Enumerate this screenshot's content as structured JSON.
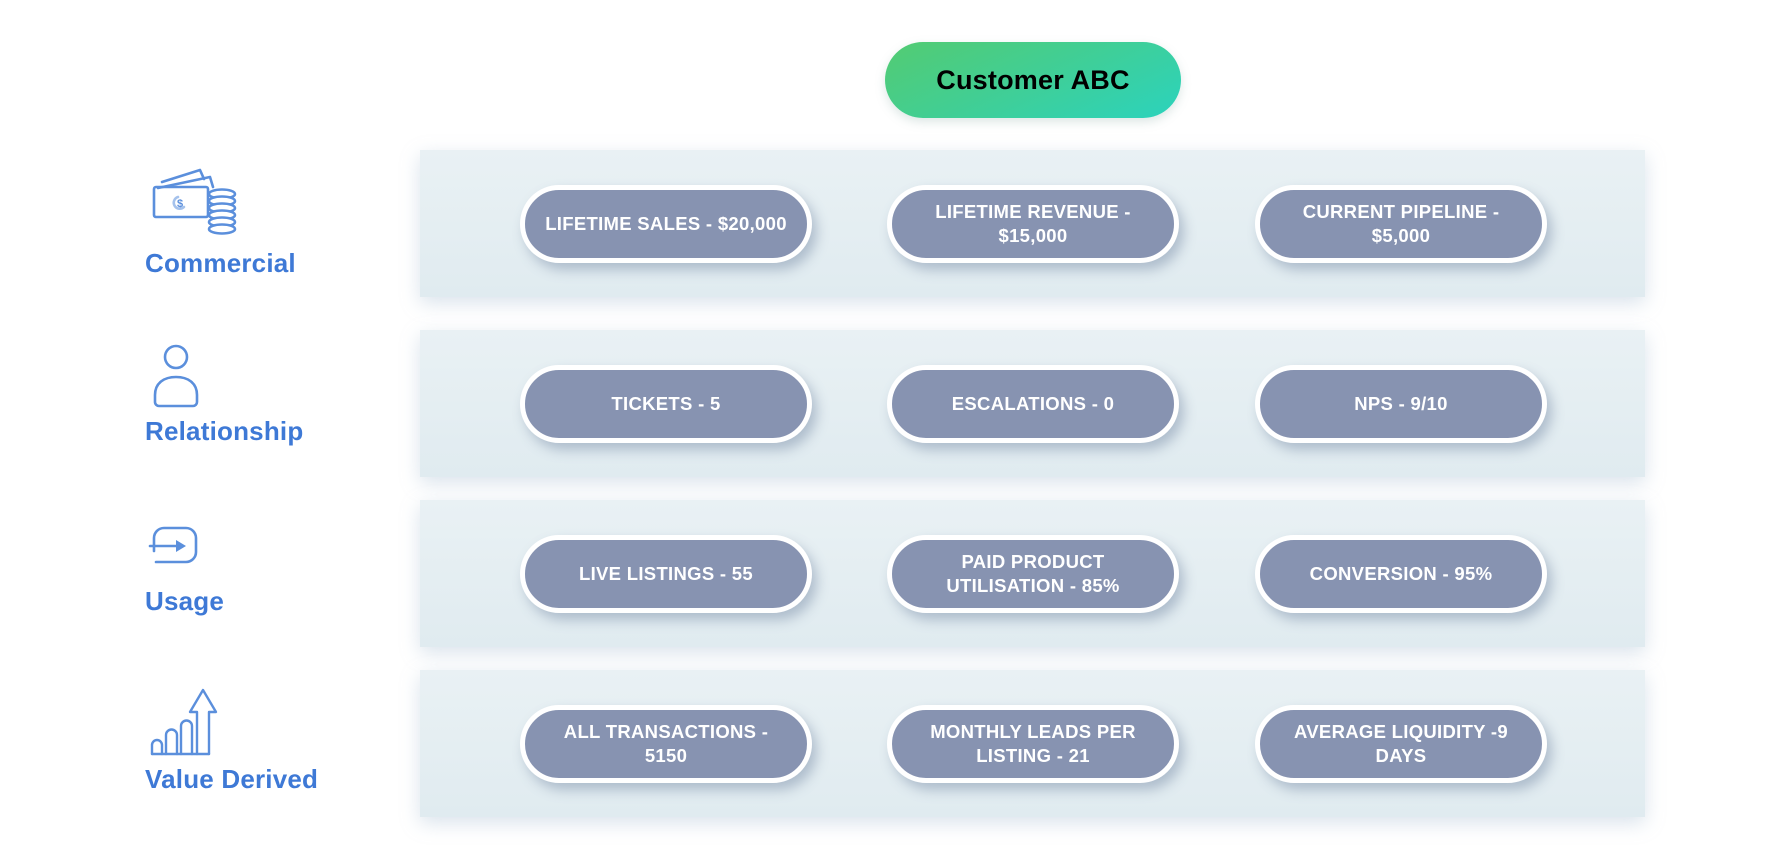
{
  "header": {
    "title": "Customer ABC",
    "gradient_start": "#53cb72",
    "gradient_end": "#2bd3bd",
    "text_color": "#000000"
  },
  "colors": {
    "category_label": "#3e79d6",
    "icon_stroke": "#5b8fdc",
    "pill_background": "#8793b1",
    "pill_border": "#ffffff",
    "pill_text": "#ffffff",
    "band_background": "#e3edf1",
    "page_background": "#ffffff"
  },
  "rows": [
    {
      "category": "Commercial",
      "icon": "money-coins-icon",
      "metrics": [
        "LIFETIME SALES - $20,000",
        "LIFETIME REVENUE - $15,000",
        "CURRENT PIPELINE - $5,000"
      ]
    },
    {
      "category": "Relationship",
      "icon": "person-icon",
      "metrics": [
        "TICKETS - 5",
        "ESCALATIONS - 0",
        "NPS - 9/10"
      ]
    },
    {
      "category": "Usage",
      "icon": "arrow-into-box-icon",
      "metrics": [
        "LIVE LISTINGS - 55",
        "PAID PRODUCT UTILISATION - 85%",
        "CONVERSION - 95%"
      ]
    },
    {
      "category": "Value Derived",
      "icon": "growth-arrow-chart-icon",
      "metrics": [
        "ALL TRANSACTIONS - 5150",
        "MONTHLY LEADS PER LISTING - 21",
        "AVERAGE LIQUIDITY -9 DAYS"
      ]
    }
  ]
}
